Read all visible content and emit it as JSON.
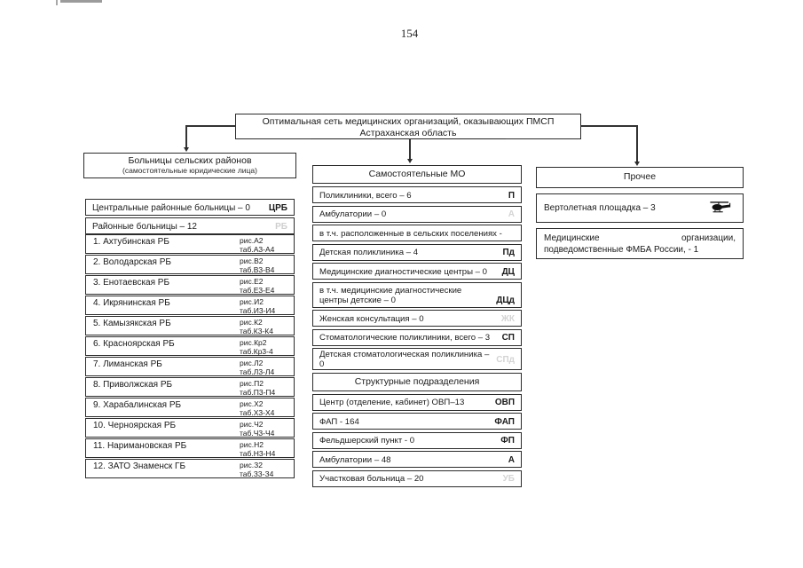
{
  "page_number": "154",
  "root_box": {
    "line1": "Оптимальная сеть медицинских организаций, оказывающих ПМСП",
    "line2": "Астраханская область"
  },
  "left_column": {
    "header_line1": "Больницы сельских районов",
    "header_line2": "(самостоятельные юридические лица)",
    "summary_rows": [
      {
        "label": "Центральные районные больницы – 0",
        "code": "ЦРБ",
        "style": "bold"
      },
      {
        "label": "Районные больницы – 12",
        "code": "РБ",
        "style": "faint"
      }
    ],
    "hospitals": [
      {
        "name": "1. Ахтубинская РБ",
        "fig": "рис.А2",
        "tab": "таб.А3-А4"
      },
      {
        "name": "2. Володарская РБ",
        "fig": "рис.В2",
        "tab": "таб.В3-В4"
      },
      {
        "name": "3. Енотаевская РБ",
        "fig": "рис.Е2",
        "tab": "таб.Е3-Е4"
      },
      {
        "name": "4. Икрянинская РБ",
        "fig": "рис.И2",
        "tab": "таб.И3-И4"
      },
      {
        "name": "5. Камызякская РБ",
        "fig": "рис.К2",
        "tab": "таб.К3-К4"
      },
      {
        "name": "6. Красноярская РБ",
        "fig": "рис.Кр2",
        "tab": "таб.Кр3-4"
      },
      {
        "name": "7. Лиманская РБ",
        "fig": "рис.Л2",
        "tab": "таб.Л3-Л4"
      },
      {
        "name": "8. Приволжская РБ",
        "fig": "рис.П2",
        "tab": "таб.П3-П4"
      },
      {
        "name": "9. Харабалинская РБ",
        "fig": "рис.Х2",
        "tab": "таб.Х3-Х4"
      },
      {
        "name": "10. Черноярская РБ",
        "fig": "рис.Ч2",
        "tab": "таб.Ч3-Ч4"
      },
      {
        "name": "11. Наримановская РБ",
        "fig": "рис.Н2",
        "tab": "таб.Н3-Н4"
      },
      {
        "name": "12. ЗАТО Знаменск ГБ",
        "fig": "рис.З2",
        "tab": "таб.З3-З4"
      }
    ]
  },
  "middle_column": {
    "header": "Самостоятельные МО",
    "rows": [
      {
        "label": "Поликлиники, всего – 6",
        "code": "П",
        "style": "bold"
      },
      {
        "label": "Амбулатории – 0",
        "code": "А",
        "style": "faint"
      },
      {
        "label": "в т.ч. расположенные в сельских поселениях -",
        "code": "",
        "style": "none"
      },
      {
        "label": "Детская поликлиника – 4",
        "code": "Пд",
        "style": "bold"
      },
      {
        "label": "Медицинские диагностические центры – 0",
        "code": "ДЦ",
        "style": "bold"
      },
      {
        "label": "в т.ч. медицинские диагностические центры детские – 0",
        "code": "ДЦд",
        "style": "bold",
        "tall": true
      },
      {
        "label": "Женская консультация – 0",
        "code": "ЖК",
        "style": "faint"
      },
      {
        "label": "Стоматологические поликлиники, всего – 3",
        "code": "СП",
        "style": "bold"
      },
      {
        "label": "Детская стоматологическая поликлиника – 0",
        "code": "СПд",
        "style": "faint"
      }
    ],
    "subheader": "Структурные подразделения",
    "unit_rows": [
      {
        "label": "Центр (отделение, кабинет) ОВП–13",
        "code": "ОВП",
        "style": "bold"
      },
      {
        "label": "ФАП - 164",
        "code": "ФАП",
        "style": "bold"
      },
      {
        "label": "Фельдшерский пункт - 0",
        "code": "ФП",
        "style": "bold"
      },
      {
        "label": "Амбулатории – 48",
        "code": "А",
        "style": "bold"
      },
      {
        "label": "Участковая больница – 20",
        "code": "УБ",
        "style": "faint"
      }
    ]
  },
  "right_column": {
    "header": "Прочее",
    "heliport_label": "Вертолетная площадка – 3",
    "heliport_icon": "helicopter-icon",
    "fmba_label": "Медицинские организации, подведомственные ФМБА России, - 1"
  }
}
